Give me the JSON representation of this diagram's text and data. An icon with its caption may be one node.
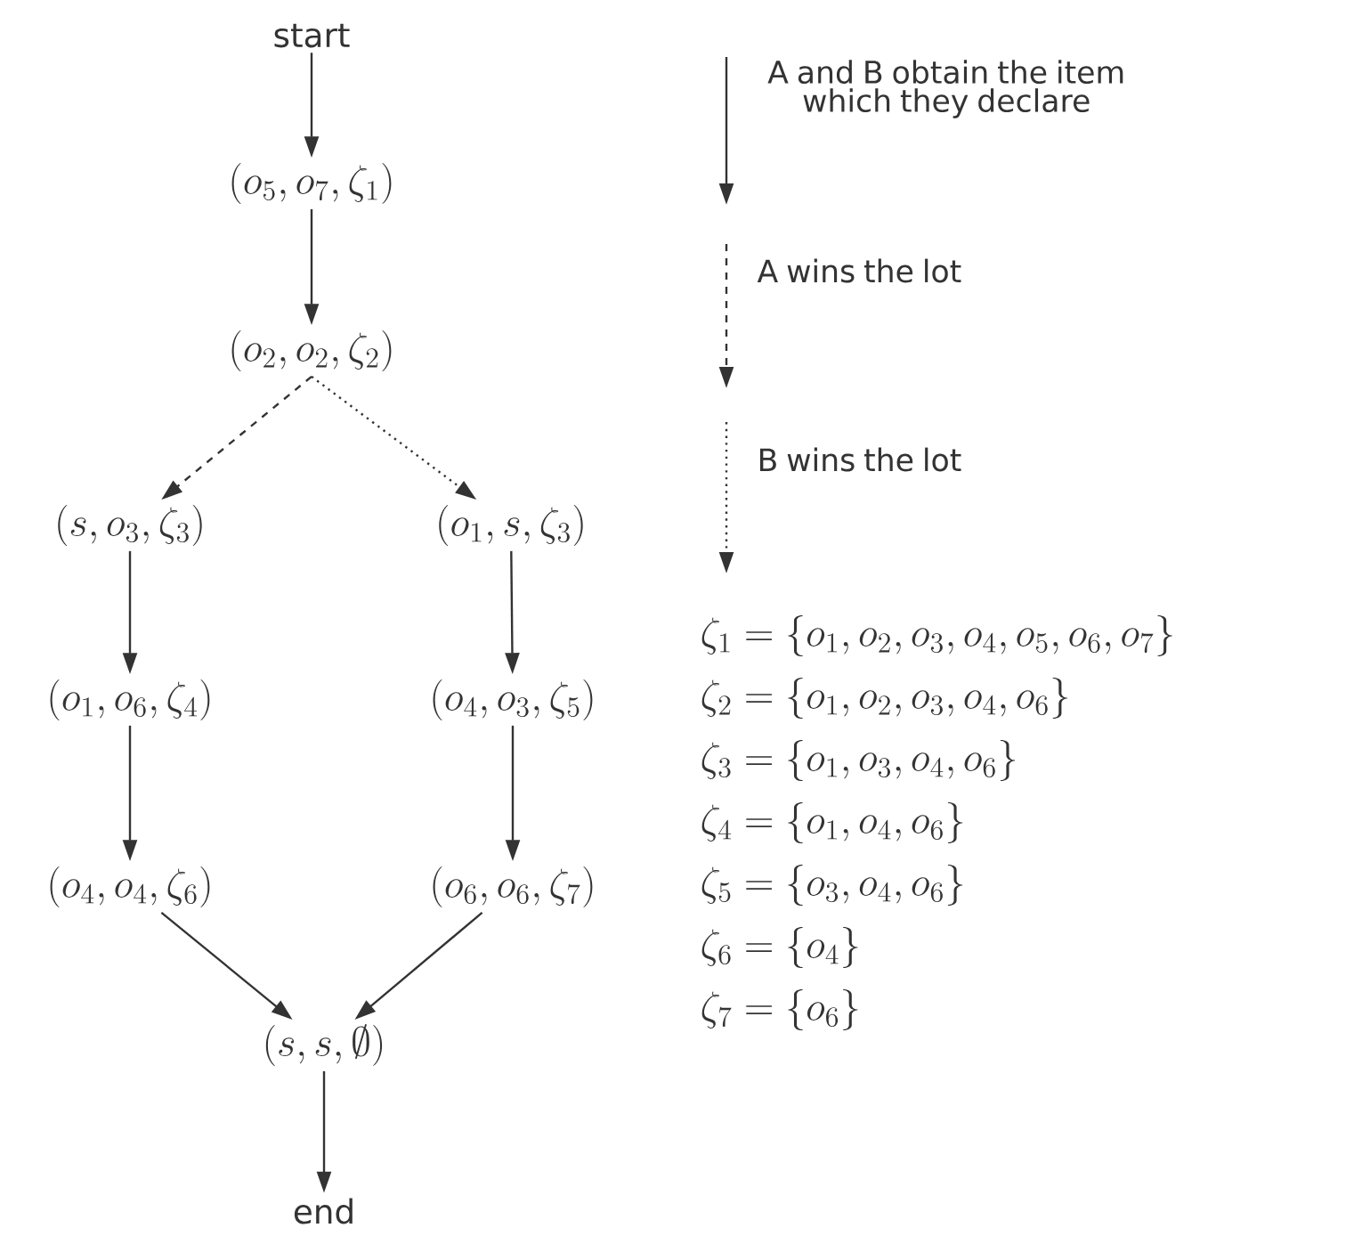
{
  "diagram": {
    "nodes": [
      {
        "text": [
          "start"
        ]
      },
      {
        "text": [
          "(o_5, o_7, \\zeta_1)"
        ]
      },
      {
        "text": [
          "(o_2, o_2, \\zeta_2)"
        ]
      },
      {
        "text": [
          "(s, o_3, \\zeta_3)"
        ]
      },
      {
        "text": [
          "(o_1, s, \\zeta_3)"
        ]
      },
      {
        "text": [
          "(o_1, o_6, \\zeta_4)"
        ]
      },
      {
        "text": [
          "(o_4, o_3, \\zeta_5)"
        ]
      },
      {
        "text": [
          "(o_4, o_4, \\zeta_6)"
        ]
      },
      {
        "text": [
          "(o_6, o_6, \\zeta_7)"
        ]
      },
      {
        "text": [
          "(s, s, \\emptyset)"
        ]
      },
      {
        "text": [
          "end"
        ]
      }
    ],
    "edges": [
      {
        "from": 0,
        "to": 1,
        "arrow": "to"
      },
      {
        "from": 1,
        "to": 2,
        "arrow": "to"
      },
      {
        "from": 2,
        "to": 3,
        "arrow": "to",
        "style": "dashed"
      },
      {
        "from": 2,
        "to": 4,
        "arrow": "to",
        "style": "dashed"
      },
      {
        "from": 3,
        "to": 5,
        "arrow": "to"
      },
      {
        "from": 4,
        "to": 6,
        "arrow": "to"
      },
      {
        "from": 5,
        "to": 7,
        "arrow": "to"
      },
      {
        "from": 6,
        "to": 8,
        "arrow": "to"
      },
      {
        "from": 7,
        "to": 9,
        "arrow": "to"
      },
      {
        "from": 8,
        "to": 9,
        "arrow": "to"
      },
      {
        "from": 9,
        "to": 10,
        "arrow": "to"
      }
    ],
    "labels": [
      "\\zeta_1 = \\{o_1, o_2, o_3, o_4, o_5, o_6, o_7\\}",
      "\\zeta_2 = \\{o_1, o_2, o_3, o_4, o_6\\}",
      "\\zeta_3 = \\{o_1, o_3, o_4, o_6\\}",
      "\\zeta_4 = \\{o_1, o_4, o_6\\}",
      "\\zeta_5 = \\{o_3, o_4, o_6\\}",
      "\\zeta_6 = \\{o_4\\}",
      "\\zeta_7 = \\{o_6\\}"
    ],
    "legend": [
      {
        "text": "A and B obtain the item which they declare"
      },
      {
        "text": "A wins the lot"
      },
      {
        "text": "B wins the lot"
      }
    ]
  }
}
